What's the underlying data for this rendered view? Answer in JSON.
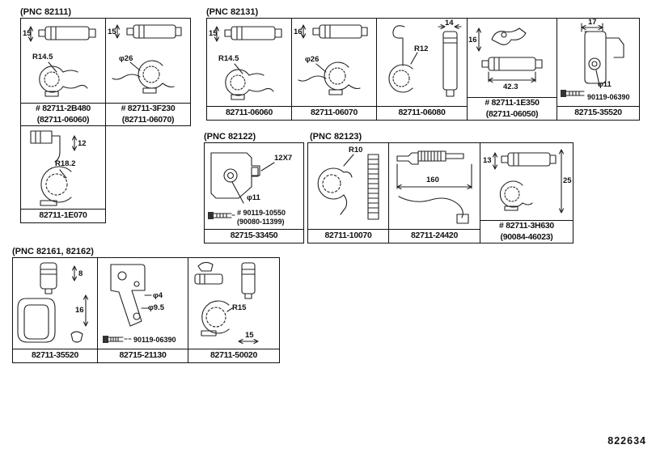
{
  "page": {
    "drawing_number": "822634"
  },
  "groups": {
    "pnc82111": {
      "label": "(PNC 82111)",
      "cells": {
        "c1": {
          "dims": {
            "d1": "15",
            "d2": "R14.5"
          },
          "parts": {
            "p1": "# 82711-2B480",
            "p2": "(82711-06060)"
          }
        },
        "c2": {
          "dims": {
            "d1": "15",
            "d2": "φ26"
          },
          "parts": {
            "p1": "# 82711-3F230",
            "p2": "(82711-06070)"
          }
        },
        "c3": {
          "dims": {
            "d1": "12",
            "d2": "R18.2"
          },
          "parts": {
            "p1": "82711-1E070"
          }
        }
      }
    },
    "pnc82131": {
      "label": "(PNC 82131)",
      "cells": {
        "c1": {
          "dims": {
            "d1": "15",
            "d2": "R14.5"
          },
          "parts": {
            "p1": "82711-06060"
          }
        },
        "c2": {
          "dims": {
            "d1": "16",
            "d2": "φ26"
          },
          "parts": {
            "p1": "82711-06070"
          }
        },
        "c3": {
          "dims": {
            "d1": "14",
            "d2": "R12"
          },
          "parts": {
            "p1": "82711-06080"
          }
        },
        "c4": {
          "dims": {
            "d1": "16",
            "d2": "42.3"
          },
          "parts": {
            "p1": "# 82711-1E350",
            "p2": "(82711-06050)"
          }
        },
        "c5": {
          "dims": {
            "d1": "17",
            "d2": "φ11"
          },
          "notes": {
            "n1": "90119-06390"
          },
          "parts": {
            "p1": "82715-35520"
          }
        }
      }
    },
    "pnc82122": {
      "label": "(PNC 82122)",
      "cells": {
        "c1": {
          "dims": {
            "d1": "12X7",
            "d2": "φ11"
          },
          "notes": {
            "n1": "# 90119-10550",
            "n2": "(90080-11399)"
          },
          "parts": {
            "p1": "82715-33450"
          }
        }
      }
    },
    "pnc82123": {
      "label": "(PNC 82123)",
      "cells": {
        "c1": {
          "dims": {
            "d1": "R10"
          },
          "parts": {
            "p1": "82711-10070"
          }
        },
        "c2": {
          "dims": {
            "d1": "160"
          },
          "parts": {
            "p1": "82711-24420"
          }
        },
        "c3": {
          "dims": {
            "d1": "13",
            "d2": "25"
          },
          "parts": {
            "p1": "# 82711-3H630",
            "p2": "(90084-46023)"
          }
        }
      }
    },
    "pnc82161": {
      "label": "(PNC 82161, 82162)",
      "cells": {
        "c1": {
          "dims": {
            "d1": "8",
            "d2": "16"
          },
          "parts": {
            "p1": "82711-35520"
          }
        },
        "c2": {
          "dims": {
            "d1": "φ4",
            "d2": "φ9.5"
          },
          "notes": {
            "n1": "90119-06390"
          },
          "parts": {
            "p1": "82715-21130"
          }
        },
        "c3": {
          "dims": {
            "d1": "R15",
            "d2": "15"
          },
          "parts": {
            "p1": "82711-50020"
          }
        }
      }
    }
  }
}
